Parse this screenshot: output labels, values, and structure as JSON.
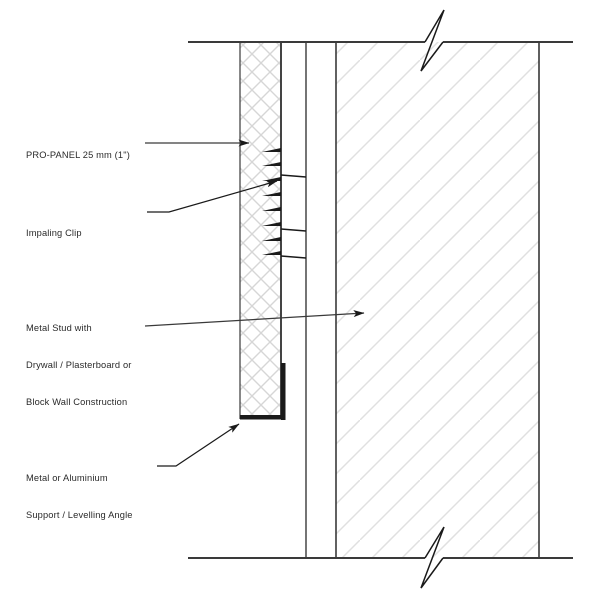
{
  "drawing": {
    "title": "Insulation Panel Wall Section Detail",
    "background_color": "#ffffff",
    "line_color": "#2a2a2a",
    "hatch_color": "#d8d8d8",
    "wall_hatch_color": "#e2e2e2"
  },
  "annotations": [
    {
      "id": "pro-panel",
      "name": "pro-panel-label",
      "text": "PRO-PANEL 25 mm (1\")",
      "lines": [
        "PRO-PANEL 25 mm (1\")"
      ]
    },
    {
      "id": "impaling-clip",
      "name": "impaling-clip-label",
      "text": "Impaling Clip",
      "lines": [
        "Impaling Clip"
      ]
    },
    {
      "id": "metal-stud",
      "name": "metal-stud-label",
      "text": "Metal Stud with Drywall / Plasterboard or Block Wall Construction",
      "lines": [
        "Metal Stud with",
        "Drywall / Plasterboard or",
        "Block Wall Construction"
      ]
    },
    {
      "id": "support-angle",
      "name": "support-angle-label",
      "text": "Metal or Aluminium Support / Levelling Angle",
      "lines": [
        "Metal or Aluminium",
        "Support / Levelling Angle"
      ]
    }
  ],
  "label_text": {
    "pro_panel": "PRO-PANEL 25 mm (1\")",
    "impaling_clip": "Impaling Clip",
    "metal_stud_line1": "Metal Stud with",
    "metal_stud_line2": "Drywall / Plasterboard or",
    "metal_stud_line3": "Block Wall Construction",
    "support_angle_line1": "Metal or Aluminium",
    "support_angle_line2": "Support / Levelling Angle"
  },
  "components": {
    "insulation_panel": {
      "name": "PRO-PANEL insulation panel",
      "thickness_mm": 25,
      "thickness_in": "1\"",
      "hatch_pattern": "cross-hatch-diagonal"
    },
    "impaling_clips": {
      "name": "Impaling Clip",
      "count": 8
    },
    "metal_stud_layer": {
      "name": "Metal Stud with Drywall / Plasterboard or Block Wall Construction",
      "hatch_pattern": "diagonal-45"
    },
    "support_angle": {
      "name": "Metal or Aluminium Support / Levelling Angle",
      "shape": "L-angle"
    },
    "break_symbols": {
      "name": "break-line",
      "count": 2,
      "positions": [
        "top",
        "bottom"
      ]
    }
  }
}
